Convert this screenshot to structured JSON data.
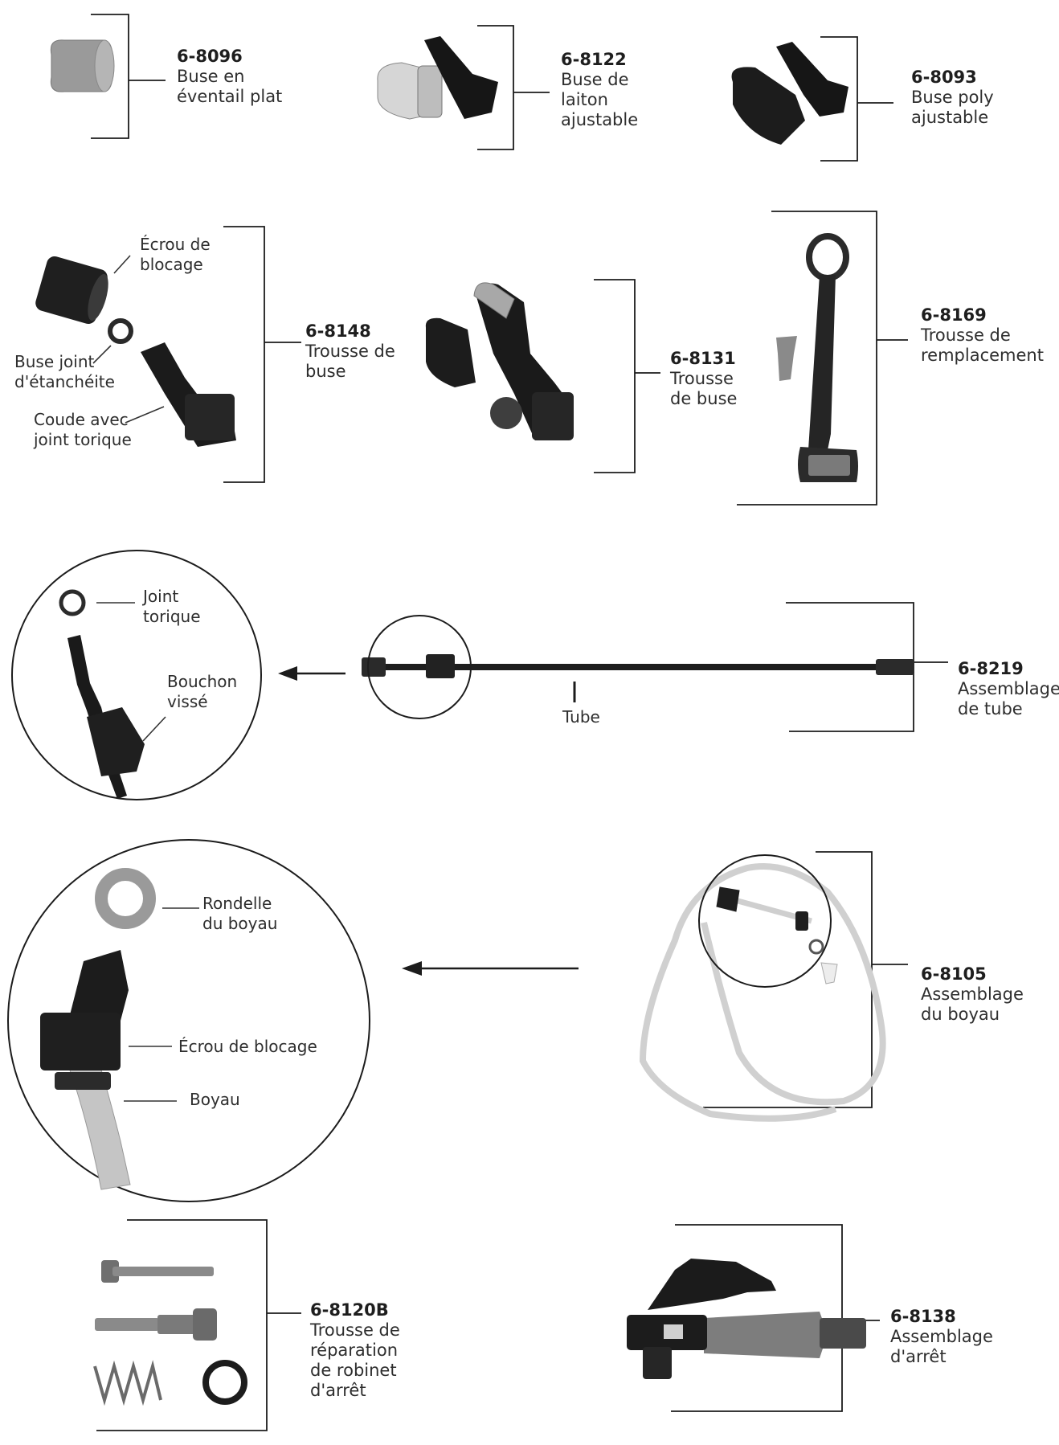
{
  "parts": [
    {
      "id": "p8096",
      "code": "6-8096",
      "lines": [
        "Buse en",
        "éventail plat"
      ]
    },
    {
      "id": "p8122",
      "code": "6-8122",
      "lines": [
        "Buse de",
        "laiton",
        "ajustable"
      ]
    },
    {
      "id": "p8093",
      "code": "6-8093",
      "lines": [
        "Buse poly",
        "ajustable"
      ]
    },
    {
      "id": "p8148",
      "code": "6-8148",
      "lines": [
        "Trousse de",
        "buse"
      ]
    },
    {
      "id": "p8131",
      "code": "6-8131",
      "lines": [
        "Trousse",
        "de buse"
      ]
    },
    {
      "id": "p8169",
      "code": "6-8169",
      "lines": [
        "Trousse de",
        "remplacement"
      ]
    },
    {
      "id": "p8219",
      "code": "6-8219",
      "lines": [
        "Assemblage",
        "de tube"
      ]
    },
    {
      "id": "p8105",
      "code": "6-8105",
      "lines": [
        "Assemblage",
        "du boyau"
      ]
    },
    {
      "id": "p8120B",
      "code": "6-8120B",
      "lines": [
        "Trousse de",
        "réparation",
        "de robinet",
        "d'arrêt"
      ]
    },
    {
      "id": "p8138",
      "code": "6-8138",
      "lines": [
        "Assemblage",
        "d'arrêt"
      ]
    }
  ],
  "callouts": {
    "ecrou_blocage_1": [
      "Écrou de",
      "blocage"
    ],
    "buse_joint": [
      "Buse joint",
      "d'étanchéite"
    ],
    "coude": [
      "Coude avec",
      "joint torique"
    ],
    "joint_torique": [
      "Joint",
      "torique"
    ],
    "bouchon": [
      "Bouchon",
      "vissé"
    ],
    "tube": [
      "Tube"
    ],
    "rondelle": [
      "Rondelle",
      "du boyau"
    ],
    "ecrou_blocage_2": [
      "Écrou de blocage"
    ],
    "boyau": [
      "Boyau"
    ]
  }
}
